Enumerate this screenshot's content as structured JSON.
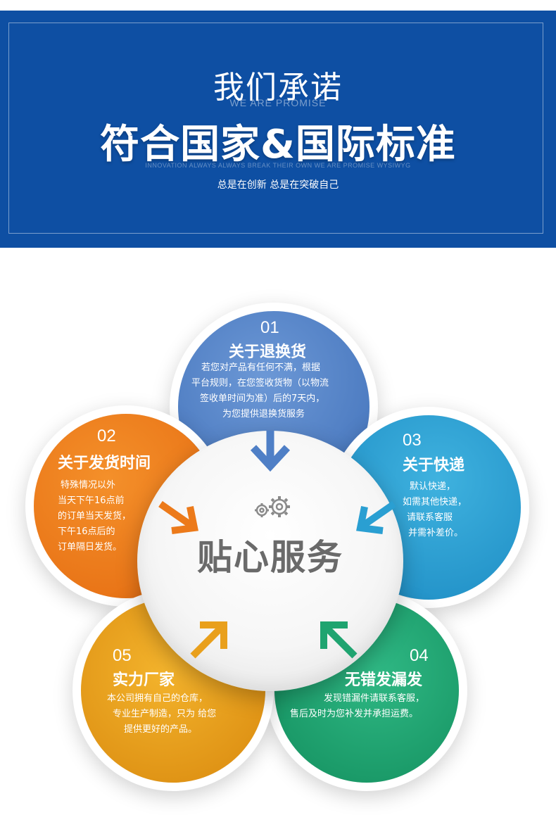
{
  "banner": {
    "title": "我们承诺",
    "subtitle_en": "WE ARE PROMISE",
    "headline": "符合国家&国际标准",
    "tagline_en": "INNOVATION ALWAYS ALWAYS BREAK THEIR OWN  WE ARE PROMISE WYSIWYG",
    "tagline_cn": "总是在创新 总是在突破自己"
  },
  "center": {
    "title": "贴心服务",
    "icon": "gears-icon"
  },
  "petals": [
    {
      "num": "01",
      "title": "关于退换货",
      "lines": [
        "若您对产品有任何不满，根据",
        "平台规则，在您签收货物（以物流",
        "签收单时间为准）后的7天内，",
        "为您提供退换货服务"
      ],
      "color": "#4f7fc6"
    },
    {
      "num": "02",
      "title": "关于发货时间",
      "lines": [
        "特殊情况以外",
        "当天下午16点前",
        "的订单当天发货，",
        "下午16点后的",
        "订单隔日发货。"
      ],
      "color": "#ec7a1a"
    },
    {
      "num": "03",
      "title": "关于快递",
      "lines": [
        "默认快递，",
        "如需其他快递，",
        "请联系客服",
        "并需补差价。"
      ],
      "color": "#2a9fd2"
    },
    {
      "num": "04",
      "title": "无错发漏发",
      "lines": [
        "发现错漏件请联系客服，",
        "售后及时为您补发并承担运费。"
      ],
      "color": "#1fa470"
    },
    {
      "num": "05",
      "title": "实力厂家",
      "lines": [
        "本公司拥有自己的仓库，",
        "专业生产制造，只为 给您",
        "提供更好的产品。"
      ],
      "color": "#e9a01c"
    }
  ]
}
